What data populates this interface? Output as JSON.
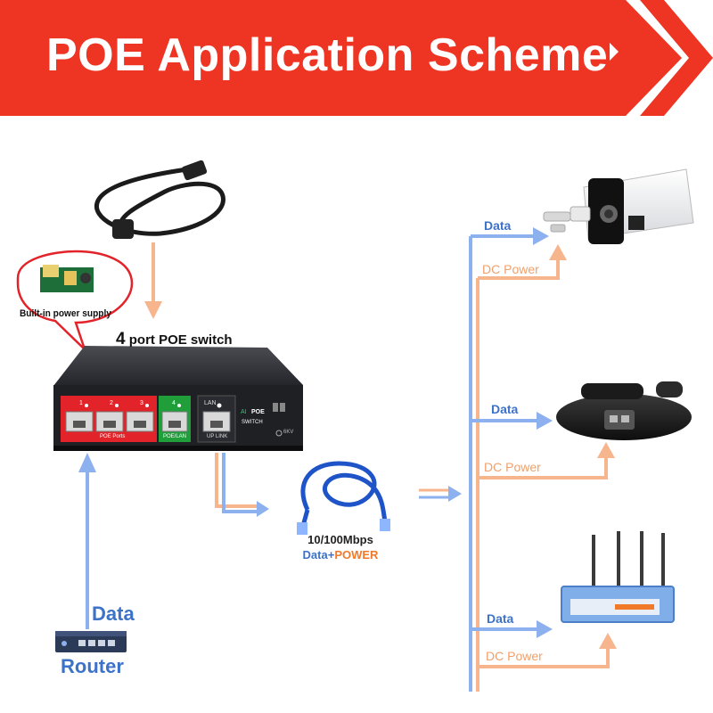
{
  "banner": {
    "title": "POE Application Scheme",
    "color": "#ee3524"
  },
  "switch": {
    "caption_num": "4",
    "caption_text": " port POE switch",
    "port_labels": [
      "1",
      "2",
      "3",
      "4"
    ],
    "poe_ports_label": "POE Ports",
    "poe_lan_label": "POE/LAN",
    "lan_label": "LAN",
    "uplink_label": "UP LINK",
    "brand_ai": "AI",
    "brand_poe": "POE",
    "brand_switch": "SWITCH",
    "kv_label": "6KV"
  },
  "power_supply": {
    "bubble_label": "Built-in power supply"
  },
  "cable": {
    "speed": "10/100Mbps",
    "data_word": "Data+",
    "power_word": "POWER"
  },
  "router": {
    "data_label": "Data",
    "label": "Router"
  },
  "devices": [
    {
      "data_label": "Data",
      "power_label": "DC Power"
    },
    {
      "data_label": "Data",
      "power_label": "DC Power"
    },
    {
      "data_label": "Data",
      "power_label": "DC Power"
    }
  ],
  "colors": {
    "data_arrow": "#8db0ee",
    "power_arrow": "#f7b58e",
    "switch_red": "#e2232a",
    "switch_green": "#1f9e3a"
  }
}
